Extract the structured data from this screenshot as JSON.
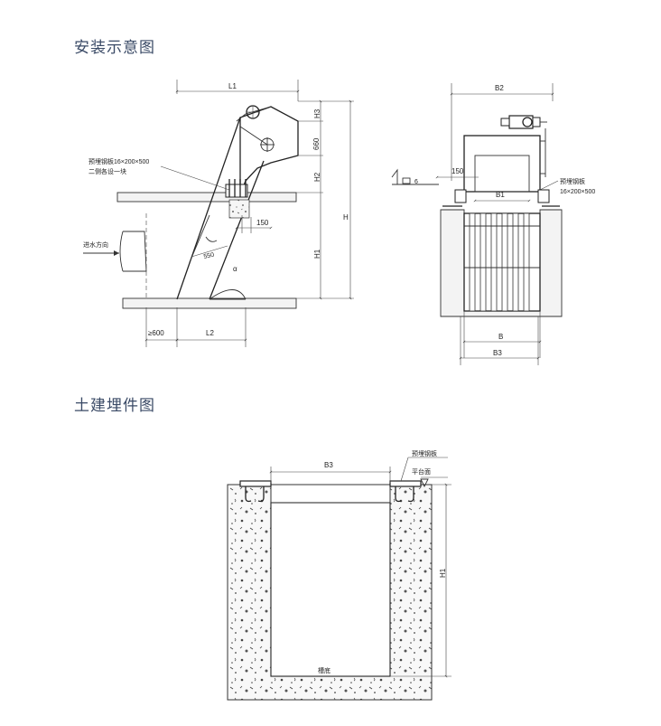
{
  "titles": {
    "install": "安装示意图",
    "civil": "土建埋件图"
  },
  "side_view": {
    "L1": "L1",
    "H3": "H3",
    "dim_660": "660",
    "H2": "H2",
    "H": "H",
    "H1": "H1",
    "dim_150": "150",
    "dim_550": "550",
    "alpha": "α",
    "plate_note_1": "预埋钢板16×200×500",
    "plate_note_2": "二侧各设一块",
    "flow_dir": "进水方向",
    "min_600": "≥600",
    "L2": "L2"
  },
  "front_view": {
    "B2": "B2",
    "dim_150": "150",
    "weld_6": "6",
    "B1": "B1",
    "plate_note_1": "预埋钢板",
    "plate_note_2": "16×200×500",
    "B": "B",
    "B3": "B3"
  },
  "civil_view": {
    "B3": "B3",
    "plate": "预埋钢板",
    "platform": "平台面",
    "H1": "H1",
    "bottom": "槽底"
  }
}
